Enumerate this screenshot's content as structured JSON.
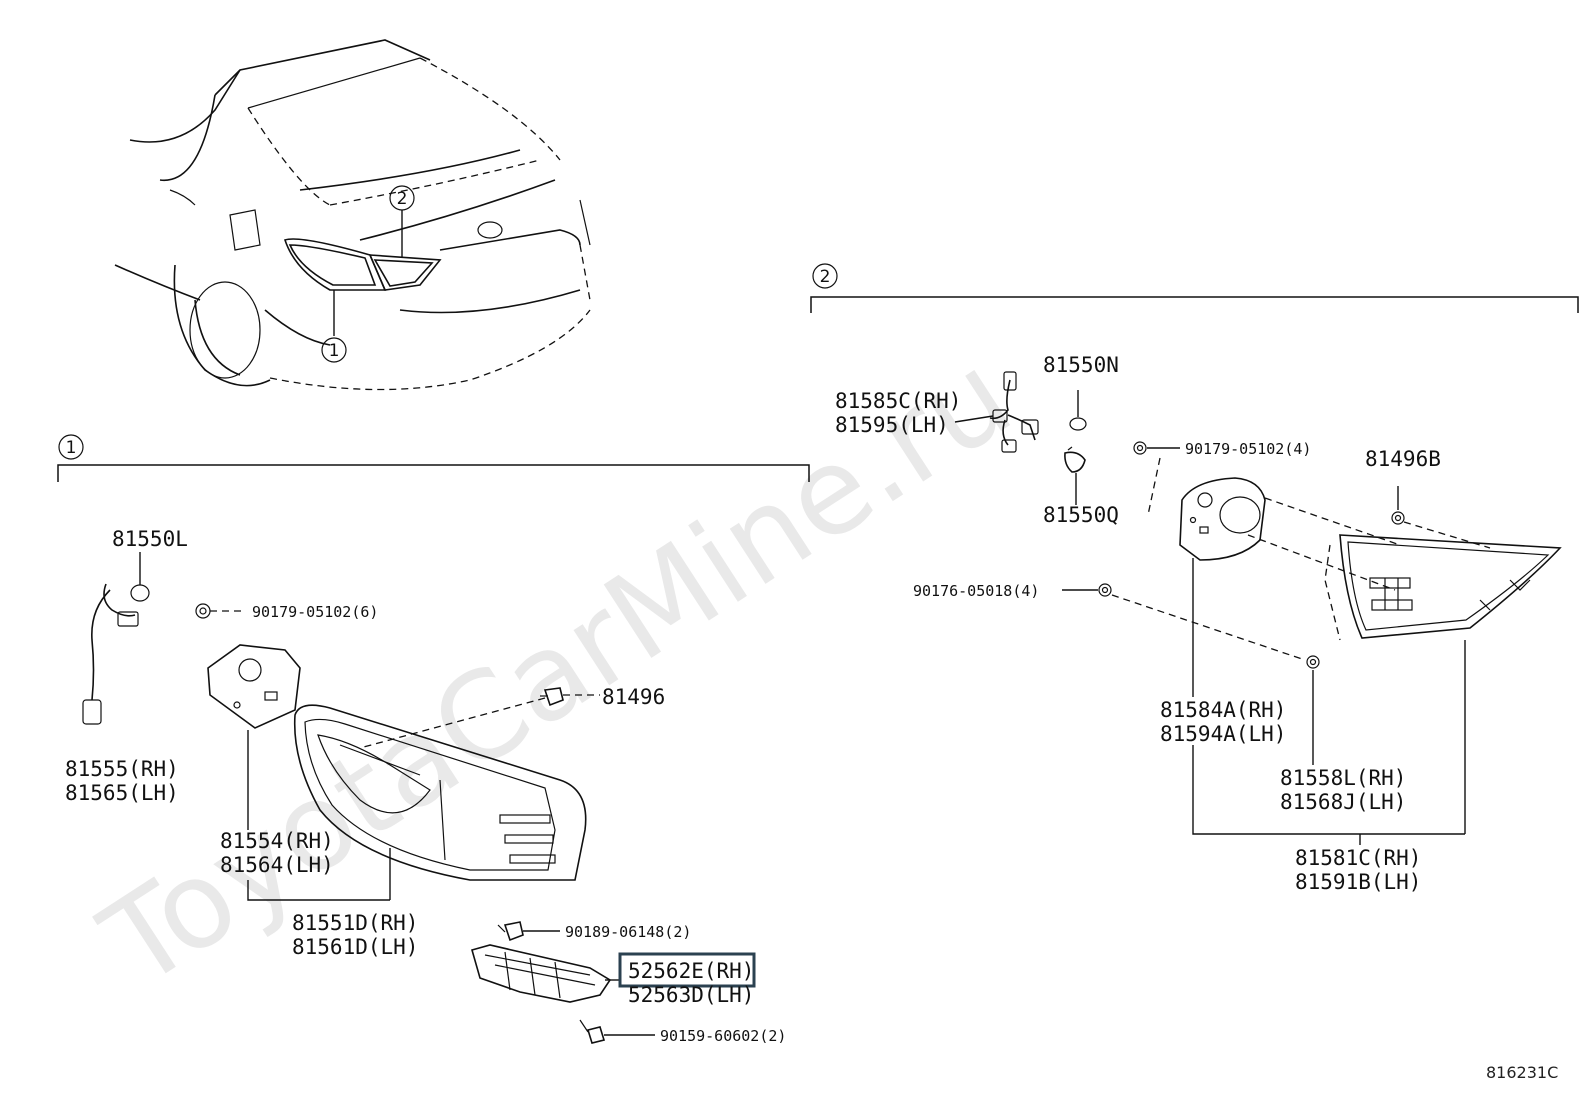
{
  "watermark": "ToyotaCarMine.ru",
  "diagram_code": "816231C",
  "callouts": {
    "one": "1",
    "two": "2"
  },
  "group1": {
    "parts": {
      "socket": "81550L",
      "wire_rh": "81555(RH)",
      "wire_lh": "81565(LH)",
      "nut": "90179-05102(6)",
      "clip": "81496",
      "gasket_rh": "81554(RH)",
      "gasket_lh": "81564(LH)",
      "lamp_rh": "81551D(RH)",
      "lamp_lh": "81561D(LH)",
      "screw": "90189-06148(2)",
      "bracket_rh": "52562E(RH)",
      "bracket_lh": "52563D(LH)",
      "bolt": "90159-60602(2)"
    }
  },
  "group2": {
    "parts": {
      "wire_rh": "81585C(RH)",
      "wire_lh": "81595(LH)",
      "bulb_a": "81550N",
      "bulb_b": "81550Q",
      "nut": "90179-05102(4)",
      "clip": "81496B",
      "nut2": "90176-05018(4)",
      "gasket_rh": "81584A(RH)",
      "gasket_lh": "81594A(LH)",
      "lens_rh": "81558L(RH)",
      "lens_lh": "81568J(LH)",
      "lamp_rh": "81581C(RH)",
      "lamp_lh": "81591B(LH)"
    }
  }
}
